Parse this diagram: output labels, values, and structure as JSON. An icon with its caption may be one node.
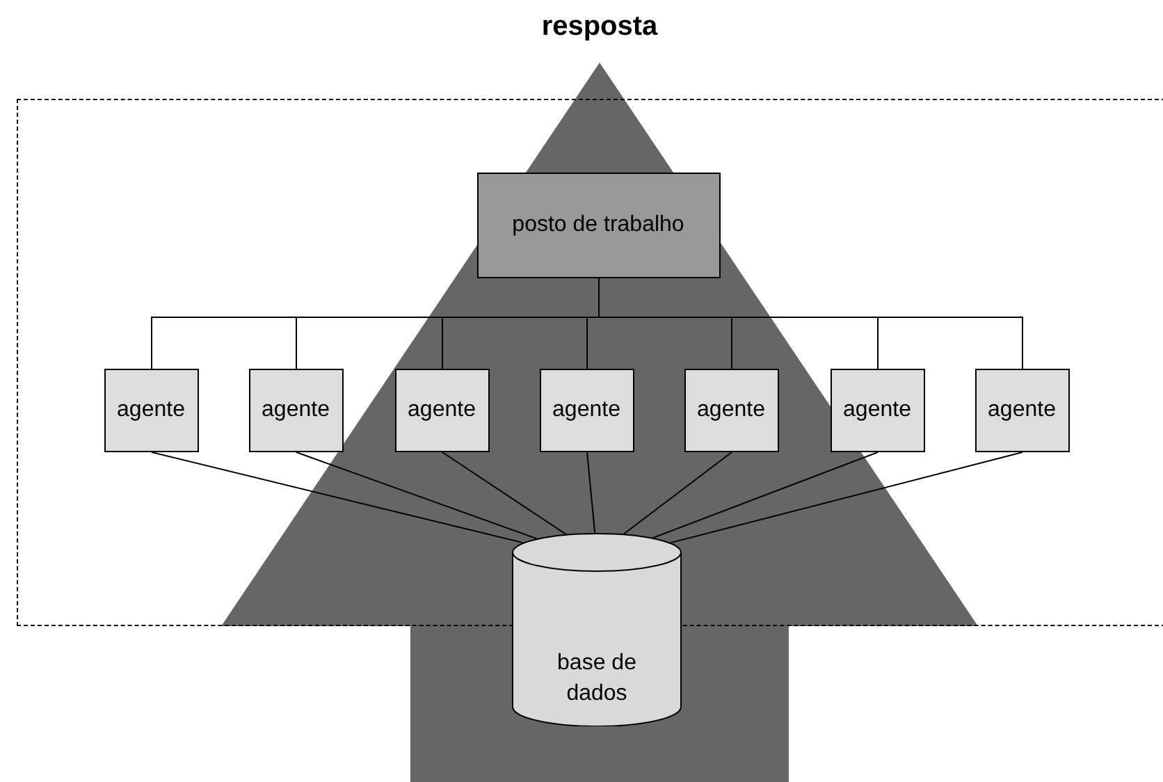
{
  "diagram": {
    "nodes": [
      {
        "text": [
          "resposta"
        ]
      },
      {
        "text": [],
        "shape": "box"
      },
      {
        "text": [
          "posto de trabalho"
        ],
        "in": 1
      },
      {
        "text": [
          "agente"
        ],
        "in": 1
      },
      {
        "text": [
          "agente"
        ],
        "in": 1
      },
      {
        "text": [
          "agente"
        ],
        "in": 1
      },
      {
        "text": [
          "agente"
        ],
        "in": 1
      },
      {
        "text": [
          "agente"
        ],
        "in": 1
      },
      {
        "text": [
          "agente"
        ],
        "in": 1
      },
      {
        "text": [
          "agente"
        ],
        "in": 1
      },
      {
        "text": [
          "base de dados"
        ]
      }
    ],
    "edges": [
      {
        "from": 2,
        "to": 3,
        "arrow": "none"
      },
      {
        "from": 2,
        "to": 4,
        "arrow": "none"
      },
      {
        "from": 2,
        "to": 5,
        "arrow": "none"
      },
      {
        "from": 2,
        "to": 6,
        "arrow": "none"
      },
      {
        "from": 2,
        "to": 7,
        "arrow": "none"
      },
      {
        "from": 2,
        "to": 8,
        "arrow": "none"
      },
      {
        "from": 2,
        "to": 9,
        "arrow": "none"
      },
      {
        "from": 3,
        "to": 10,
        "arrow": "none"
      },
      {
        "from": 4,
        "to": 10,
        "arrow": "none"
      },
      {
        "from": 5,
        "to": 10,
        "arrow": "none"
      },
      {
        "from": 6,
        "to": 10,
        "arrow": "none"
      },
      {
        "from": 7,
        "to": 10,
        "arrow": "none"
      },
      {
        "from": 8,
        "to": 10,
        "arrow": "none"
      },
      {
        "from": 9,
        "to": 10,
        "arrow": "none"
      },
      {
        "from": null,
        "to": 0,
        "arrow": "to",
        "style": "thick",
        "color": "#666666"
      }
    ]
  }
}
